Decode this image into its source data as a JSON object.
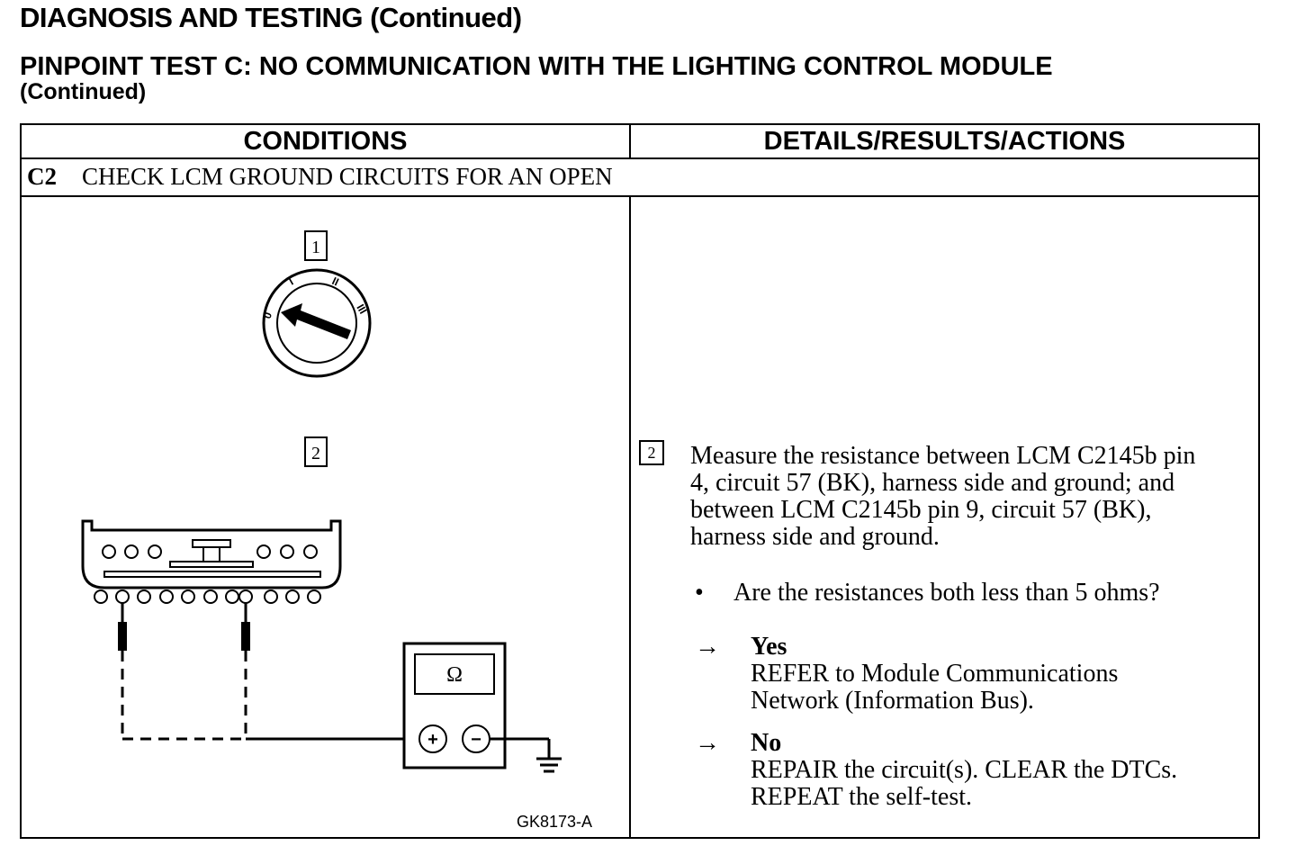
{
  "header": {
    "title": "DIAGNOSIS AND TESTING (Continued)",
    "subtitle_line1": "PINPOINT TEST C:  NO COMMUNICATION WITH THE LIGHTING CONTROL MODULE",
    "subtitle_line2": "(Continued)"
  },
  "table": {
    "columns": [
      "CONDITIONS",
      "DETAILS/RESULTS/ACTIONS"
    ],
    "step": {
      "id": "C2",
      "title": "CHECK LCM GROUND CIRCUITS FOR AN OPEN"
    }
  },
  "diagram": {
    "step_markers": [
      "1",
      "2"
    ],
    "ignition_positions": [
      "0",
      "I",
      "II",
      "III"
    ],
    "meter_symbol": "Ω",
    "meter_plus": "+",
    "meter_minus": "−",
    "figure_code": "GK8173-A"
  },
  "details": {
    "step_marker": "2",
    "instruction_lines": [
      "Measure the resistance between LCM C2145b pin",
      "4, circuit 57 (BK), harness side and ground; and",
      "between LCM C2145b pin 9, circuit 57 (BK),",
      "harness side and ground."
    ],
    "bullet": "•",
    "question": "Are the resistances both less than 5 ohms?",
    "arrow": "→",
    "yes": {
      "label": "Yes",
      "lines": [
        "REFER to  Module Communications",
        "Network (Information Bus)."
      ]
    },
    "no": {
      "label": "No",
      "lines": [
        "REPAIR the circuit(s). CLEAR the DTCs.",
        "REPEAT the self-test."
      ]
    }
  }
}
